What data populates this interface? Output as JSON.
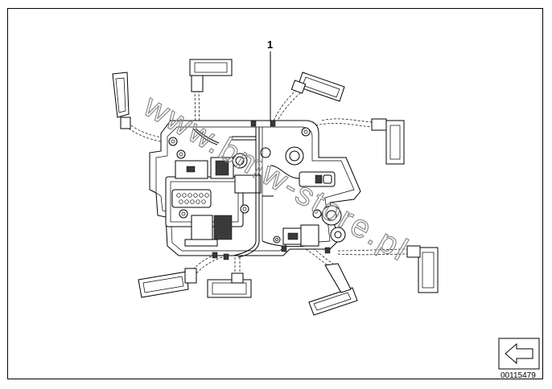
{
  "diagram": {
    "part_callout": "1",
    "watermark": "www.bmw-store.pl",
    "document_number": "00115479"
  },
  "colors": {
    "line": "#000000",
    "background": "#ffffff",
    "watermark": "#8a8a8a"
  },
  "icons": {
    "navigation": "arrow-left-icon"
  }
}
